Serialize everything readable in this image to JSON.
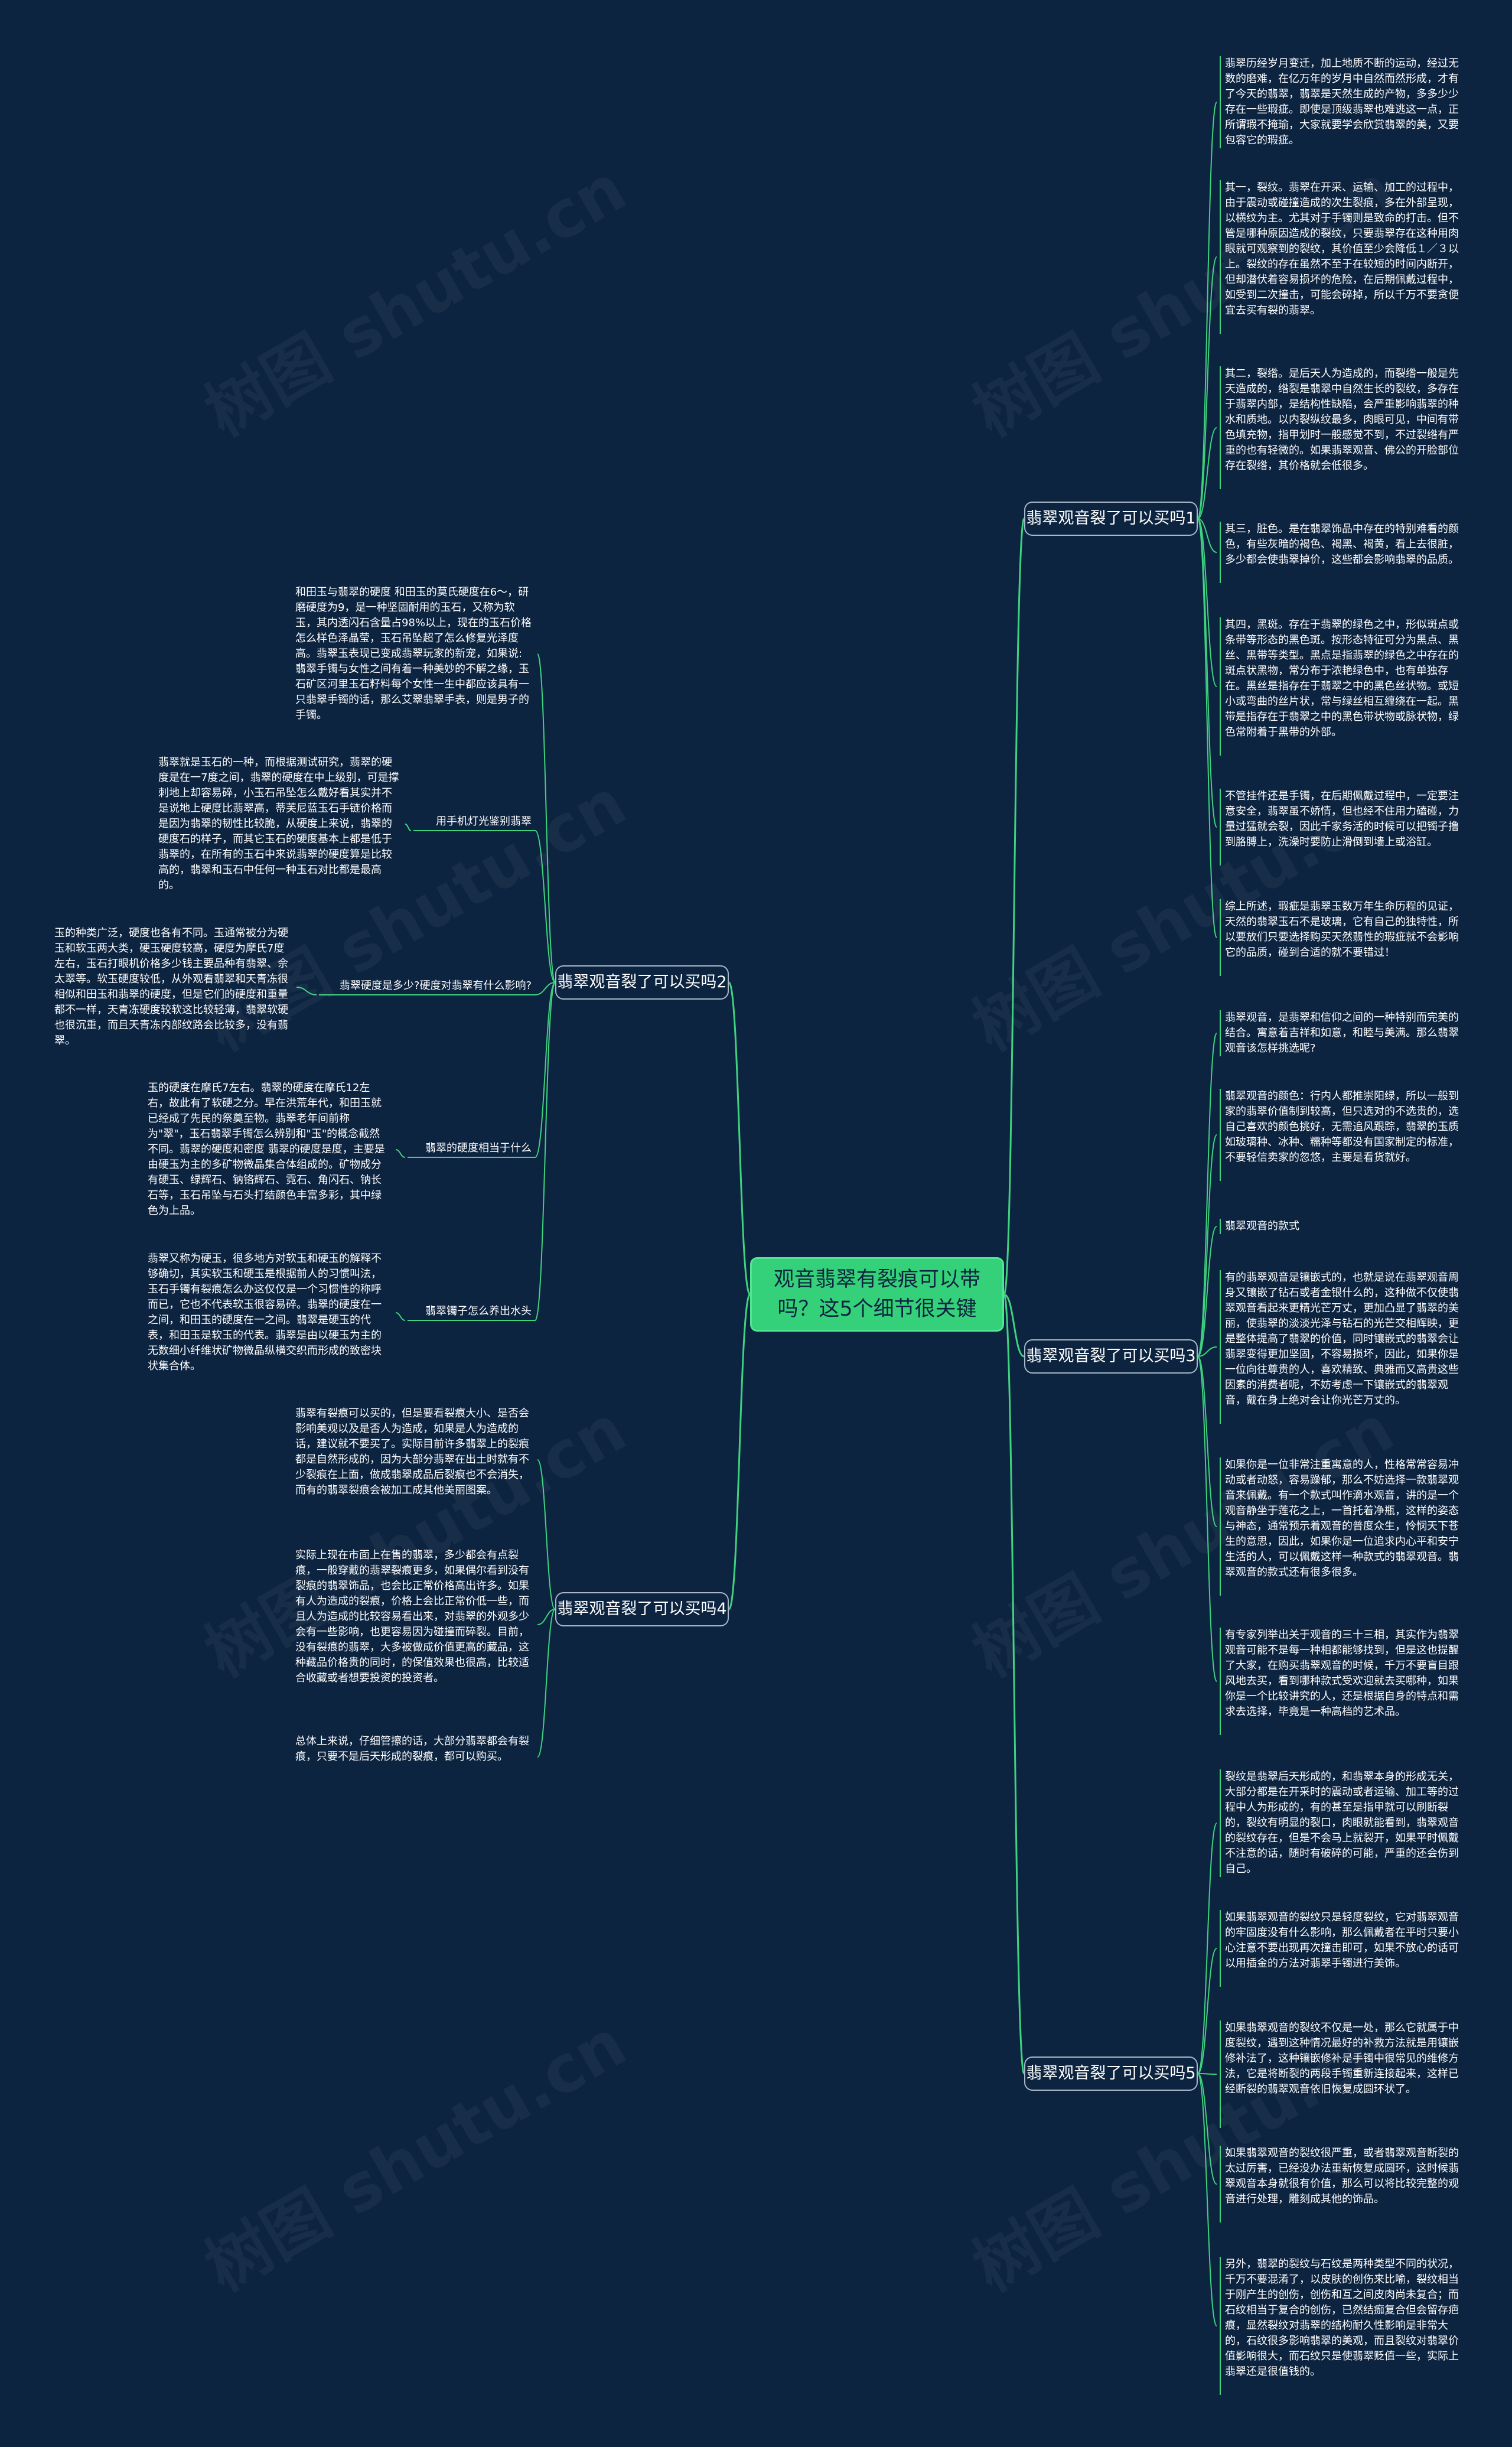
{
  "colors": {
    "background": "#0d2440",
    "root_fill": "#35d17a",
    "edge": "#3fd27f",
    "branch_border": "#a8b8c8",
    "text": "#ffffff"
  },
  "watermark": "树图 shutu.cn",
  "root": {
    "label": "观音翡翠有裂痕可以带吗？这5个细节很关键"
  },
  "branches": [
    {
      "label": "翡翠观音裂了可以买吗1",
      "leaves": [
        "翡翠历经岁月变迁，加上地质不断的运动，经过无数的磨难，在亿万年的岁月中自然而然形成，才有了今天的翡翠，翡翠是天然生成的产物，多多少少存在一些瑕疵。即使是顶级翡翠也难逃这一点，正所谓瑕不掩瑜，大家就要学会欣赏翡翠的美，又要包容它的瑕疵。",
        "其一，裂纹。翡翠在开采、运输、加工的过程中，由于震动或碰撞造成的次生裂痕，多在外部呈现，以横纹为主。尤其对于手镯则是致命的打击。但不管是哪种原因造成的裂纹，只要翡翠存在这种用肉眼就可观察到的裂纹，其价值至少会降低１／３以上。裂纹的存在虽然不至于在较短的时间内断开，但却潜伏着容易损坏的危险，在后期佩戴过程中，如受到二次撞击，可能会碎掉，所以千万不要贪便宜去买有裂的翡翠。",
        "其二，裂绺。是后天人为造成的，而裂绺一般是先天造成的，绺裂是翡翠中自然生长的裂纹，多存在于翡翠内部，是结构性缺陷，会严重影响翡翠的种水和质地。以内裂纵纹最多，肉眼可见，中间有带色填充物，指甲划时一般感觉不到，不过裂绺有严重的也有轻微的。如果翡翠观音、佛公的开脸部位存在裂绺，其价格就会低很多。",
        "其三，脏色。是在翡翠饰品中存在的特别难看的颜色，有些灰暗的褐色、褐黑、褐黄，看上去很脏，多少都会使翡翠掉价，这些都会影响翡翠的品质。",
        "其四，黑斑。存在于翡翠的绿色之中，形似斑点或条带等形态的黑色斑。按形态特征可分为黑点、黑丝、黑带等类型。黑点是指翡翠的绿色之中存在的斑点状黑物，常分布于浓艳绿色中，也有单独存在。黑丝是指存在于翡翠之中的黑色丝状物。或短小或弯曲的丝片状，常与绿丝相互缠绕在一起。黑带是指存在于翡翠之中的黑色带状物或脉状物，绿色常附着于黑带的外部。",
        "不管挂件还是手镯，在后期佩戴过程中，一定要注意安全，翡翠虽不娇情，但也经不住用力磕碰，力量过猛就会裂，因此千家务活的时候可以把镯子撸到胳膊上，洗澡时要防止滑倒到墙上或浴缸。",
        "综上所述，瑕疵是翡翠玉数万年生命历程的见证，天然的翡翠玉石不是玻璃，它有自己的独特性，所以要放们只要选择购买天然翡性的瑕疵就不会影响它的品质，碰到合适的就不要错过！"
      ]
    },
    {
      "label": "翡翠观音裂了可以买吗2",
      "subs": [
        {
          "label": "",
          "leaves": [
            "和田玉与翡翠的硬度 和田玉的莫氏硬度在6～，研磨硬度为9，是一种坚固耐用的玉石，又称为软玉，其内透闪石含量占98%以上，现在的玉石价格怎么样色泽晶莹，玉石吊坠超了怎么修复光泽度高。翡翠玉表现已变成翡翠玩家的新宠，如果说:翡翠手镯与女性之间有着一种美妙的不解之缘，玉石矿区河里玉石籽料每个女性一生中都应该具有一只翡翠手镯的话，那么艾翠翡翠手表，则是男子的手镯。"
          ]
        },
        {
          "label": "用手机灯光鉴别翡翠",
          "leaves": [
            "翡翠就是玉石的一种，而根据测试研究，翡翠的硬度是在一7度之间，翡翠的硬度在中上级别，可是撑刺地上却容易碎，小玉石吊坠怎么戴好看其实并不是说地上硬度比翡翠高，蒂芙尼蓝玉石手链价格而是因为翡翠的韧性比较脆，从硬度上来说，翡翠的硬度石的样子，而其它玉石的硬度基本上都是低于翡翠的，在所有的玉石中来说翡翠的硬度算是比较高的，翡翠和玉石中任何一种玉石对比都是最高的。"
          ]
        },
        {
          "label": "翡翠硬度是多少?硬度对翡翠有什么影响?",
          "leaves": [
            "玉的种类广泛，硬度也各有不同。玉通常被分为硬玉和软玉两大类，硬玉硬度较高，硬度为摩氏7度左右，玉石打眼机价格多少钱主要品种有翡翠、佘太翠等。软玉硬度较低，从外观看翡翠和天青冻很相似和田玉和翡翠的硬度，但是它们的硬度和重量都不一样，天青冻硬度较软这比较轻薄，翡翠软硬也很沉重，而且天青冻内部纹路会比较多，没有翡翠。"
          ]
        },
        {
          "label": "翡翠的硬度相当于什么",
          "leaves": [
            "玉的硬度在摩氏7左右。翡翠的硬度在摩氏12左右，故此有了软硬之分。早在洪荒年代，和田玉就已经成了先民的祭奠至物。翡翠老年间前称为\"翠\"，玉石翡翠手镯怎么辨别和\"玉\"的概念截然不同。翡翠的硬度和密度 翡翠的硬度是度，主要是由硬玉为主的多矿物微晶集合体组成的。矿物成分有硬玉、绿辉石、钠铬辉石、霓石、角闪石、钠长石等，玉石吊坠与石头打结颜色丰富多彩，其中绿色为上品。"
          ]
        },
        {
          "label": "翡翠镯子怎么养出水头",
          "leaves": [
            "翡翠又称为硬玉，很多地方对软玉和硬玉的解释不够确切，其实软玉和硬玉是根据前人的习惯叫法，玉石手镯有裂痕怎么办这仅仅是一个习惯性的称呼而已，它也不代表软玉很容易碎。翡翠的硬度在一之间，和田玉的硬度在一之间。翡翠是硬玉的代表，和田玉是软玉的代表。翡翠是由以硬玉为主的无数细小纤维状矿物微晶纵横交织而形成的致密块状集合体。"
          ]
        }
      ]
    },
    {
      "label": "翡翠观音裂了可以买吗3",
      "leaves": [
        "翡翠观音，是翡翠和信仰之间的一种特别而完美的结合。寓意着吉祥和如意，和睦与美满。那么翡翠观音该怎样挑选呢?",
        "翡翠观音的颜色：行内人都推崇阳绿，所以一般到家的翡翠价值制到较高，但只选对的不选贵的，选自己喜欢的颜色挑好，无需追风跟踪，翡翠的玉质如玻璃种、冰种、糯种等都没有国家制定的标准，不要轻信卖家的忽悠，主要是看货就好。",
        "翡翠观音的款式",
        "有的翡翠观音是镶嵌式的，也就是说在翡翠观音周身又镶嵌了钻石或者金银什么的，这种做不仅使翡翠观音看起来更精光芒万丈，更加凸显了翡翠的美丽，使翡翠的淡淡光泽与钻石的光芒交相辉映，更是整体提高了翡翠的价值，同时镶嵌式的翡翠会让翡翠变得更加坚固，不容易损坏，因此，如果你是一位向往尊贵的人，喜欢精致、典雅而又高贵这些因素的消费者呢，不妨考虑一下镶嵌式的翡翠观音，戴在身上绝对会让你光芒万丈的。",
        "如果你是一位非常注重寓意的人，性格常常容易冲动或者动怒，容易躁郁，那么不妨选择一款翡翠观音来佩戴。有一个款式叫作滴水观音，讲的是一个观音静坐于莲花之上，一首托着净瓶，这样的姿态与神态，通常预示着观音的普度众生，怜悯天下苍生的意思，因此，如果你是一位追求内心平和安宁生活的人，可以佩戴这样一种款式的翡翠观音。翡翠观音的款式还有很多很多。",
        "有专家列举出关于观音的三十三相，其实作为翡翠观音可能不是每一种相都能够找到，但是这也提醒了大家，在购买翡翠观音的时候，千万不要盲目跟风地去买，看到哪种款式受欢迎就去买哪种，如果你是一个比较讲究的人，还是根据自身的特点和需求去选择，毕竟是一种高档的艺术品。"
      ]
    },
    {
      "label": "翡翠观音裂了可以买吗4",
      "leaves": [
        "翡翠有裂痕可以买的，但是要看裂痕大小、是否会影响美观以及是否人为造成，如果是人为造成的话，建议就不要买了。实际目前许多翡翠上的裂痕都是自然形成的，因为大部分翡翠在出土时就有不少裂痕在上面，做成翡翠成品后裂痕也不会消失，而有的翡翠裂痕会被加工成其他美丽图案。",
        "实际上现在市面上在售的翡翠，多少都会有点裂痕，一般穿戴的翡翠裂痕更多，如果偶尔看到没有裂痕的翡翠饰品，也会比正常价格高出许多。如果有人为造成的裂痕，价格上会比正常价低一些，而且人为造成的比较容易看出来，对翡翠的外观多少会有一些影响，也更容易因为碰撞而碎裂。目前，没有裂痕的翡翠，大多被做成价值更高的藏品，这种藏品价格贵的同时，的保值效果也很高，比较适合收藏或者想要投资的投资者。",
        "总体上来说，仔细管擦的话，大部分翡翠都会有裂痕，只要不是后天形成的裂痕，都可以购买。"
      ]
    },
    {
      "label": "翡翠观音裂了可以买吗5",
      "leaves": [
        "裂纹是翡翠后天形成的，和翡翠本身的形成无关，大部分都是在开采时的震动或者运输、加工等的过程中人为形成的，有的甚至是指甲就可以刷断裂的，裂纹有明显的裂口，肉眼就能看到，翡翠观音的裂纹存在，但是不会马上就裂开，如果平时佩戴不注意的话，随时有破碎的可能，严重的还会伤到自己。",
        "如果翡翠观音的裂纹只是轻度裂纹，它对翡翠观音的牢固度没有什么影响，那么佩戴者在平时只要小心注意不要出现再次撞击即可，如果不放心的话可以用插金的方法对翡翠手镯进行美饰。",
        "如果翡翠观音的裂纹不仅是一处，那么它就属于中度裂纹，遇到这种情况最好的补救方法就是用镶嵌修补法了，这种镶嵌修补是手镯中很常见的维修方法，它是将断裂的两段手镯重新连接起来，这样已经断裂的翡翠观音依旧恢复成圆环状了。",
        "如果翡翠观音的裂纹很严重，或者翡翠观音断裂的太过厉害，已经没办法重新恢复成圆环，这时候翡翠观音本身就很有价值，那么可以将比较完整的观音进行处理，雕刻成其他的饰品。",
        "另外，翡翠的裂纹与石纹是两种类型不同的状况，千万不要混淆了，以皮肤的创伤来比喻，裂纹相当于刚产生的创伤，创伤和互之间皮肉尚未复合；而石纹相当于复合的创伤，已然结痂复合但会留存疤痕，显然裂纹对翡翠的结构耐久性影响是非常大的，石纹很多影响翡翠的美观，而且裂纹对翡翠价值影响很大，而石纹只是使翡翠贬值一些，实际上翡翠还是很值钱的。"
      ]
    }
  ]
}
